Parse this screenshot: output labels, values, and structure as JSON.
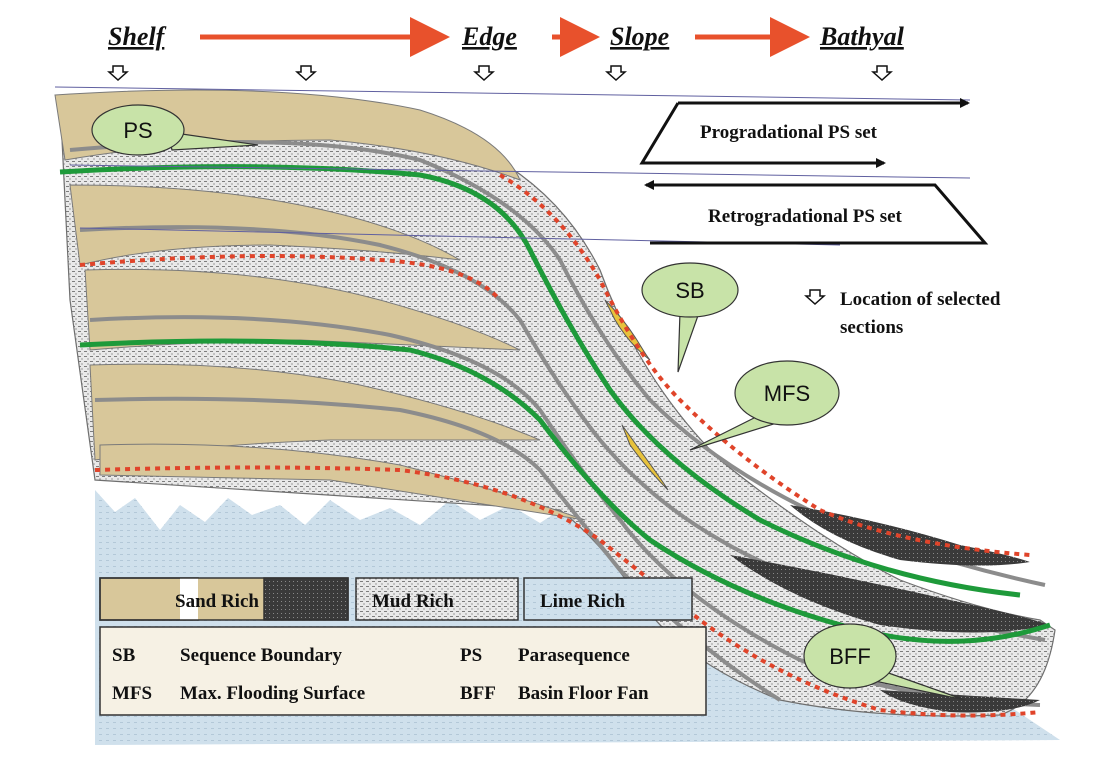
{
  "header": {
    "zones": [
      "Shelf",
      "Edge",
      "Slope",
      "Bathyal"
    ]
  },
  "callouts": {
    "ps": "PS",
    "sb": "SB",
    "mfs": "MFS",
    "bff": "BFF"
  },
  "sets": {
    "progradational": "Progradational PS set",
    "retrogradational": "Retrogradational PS set"
  },
  "location_note": {
    "line1": "Location of selected",
    "line2": "sections"
  },
  "facies_legend": {
    "sand": "Sand Rich",
    "mud": "Mud Rich",
    "lime": "Lime Rich"
  },
  "abbreviations": [
    {
      "code": "SB",
      "meaning": "Sequence Boundary"
    },
    {
      "code": "PS",
      "meaning": "Parasequence"
    },
    {
      "code": "MFS",
      "meaning": "Max. Flooding Surface"
    },
    {
      "code": "BFF",
      "meaning": "Basin Floor Fan"
    }
  ],
  "colors": {
    "sand": "#d8c79a",
    "mud": "#e6e6e6",
    "lime": "#c9dcea",
    "dark_fan": "#3a3a3a",
    "mfs_line": "#1e9a3a",
    "sb_line": "#e0442a",
    "surface_line": "#8c8c8c",
    "direction_arrow": "#e8512c",
    "bubble": "#c8e3a8",
    "slope_sand": "#e7c23c"
  }
}
